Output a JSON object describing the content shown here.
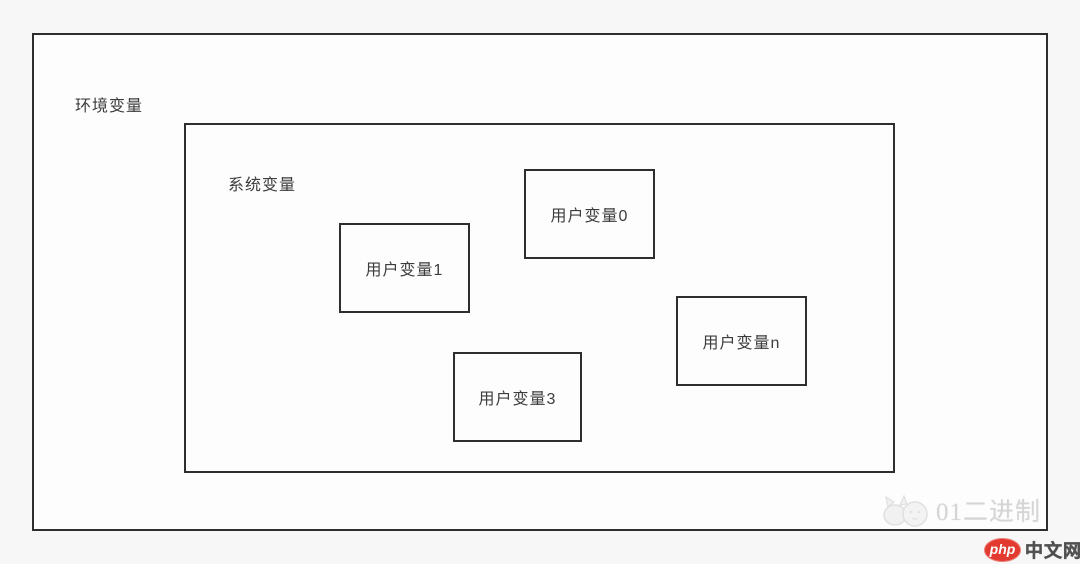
{
  "diagram": {
    "outer_box_label": "环境变量",
    "inner_box_label": "系统变量",
    "user_boxes": [
      {
        "label": "用户变量0"
      },
      {
        "label": "用户变量1"
      },
      {
        "label": "用户变量3"
      },
      {
        "label": "用户变量n"
      }
    ]
  },
  "watermark": {
    "text": "01二进制",
    "icon": "cat-icon"
  },
  "footer_logo": {
    "badge_text": "php",
    "site_text": "中文网"
  },
  "colors": {
    "page_background": "#f7f7f7",
    "canvas_background": "#fdfdfd",
    "box_border": "#2e2e2e",
    "label_text": "#3c3c3c",
    "watermark_gray": "#d5d5d5",
    "logo_red": "#e23a2e",
    "logo_text": "#333333"
  }
}
